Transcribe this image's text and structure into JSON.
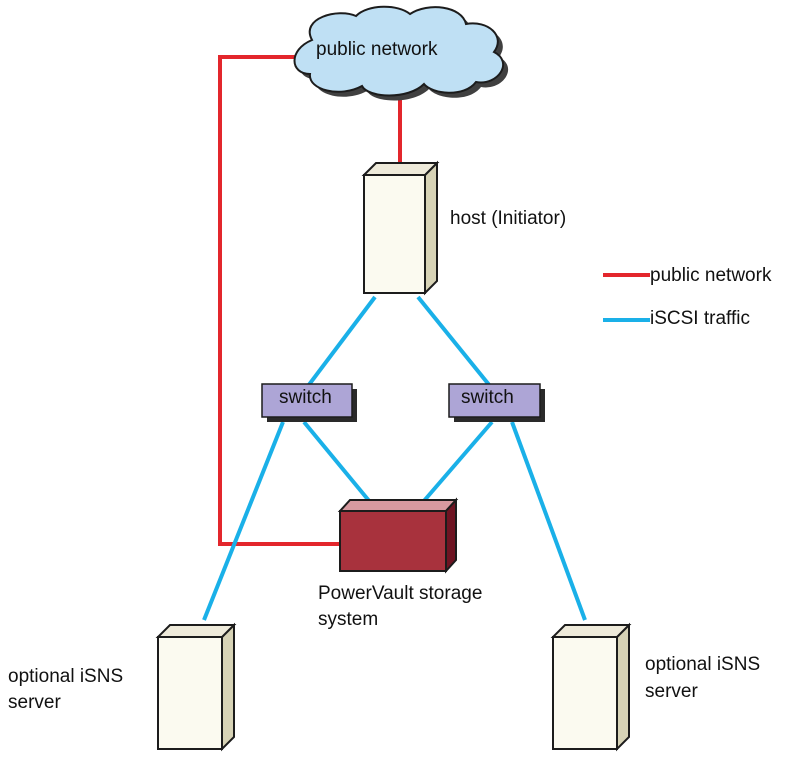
{
  "labels": {
    "cloud": "public network",
    "host": "host (Initiator)",
    "switch_left": "switch",
    "switch_right": "switch",
    "storage_line1": "PowerVault storage",
    "storage_line2": "system",
    "isns_left_line1": "optional iSNS",
    "isns_left_line2": "server",
    "isns_right_line1": "optional iSNS",
    "isns_right_line2": "server"
  },
  "legend": {
    "items": [
      {
        "label": "public network",
        "color": "#e3262c"
      },
      {
        "label": "iSCSI traffic",
        "color": "#1ab0e8"
      }
    ]
  },
  "colors": {
    "public_network": "#e3262c",
    "iscsi": "#1ab0e8",
    "cloud_fill": "#bfe0f4",
    "switch_fill": "#ada5d6",
    "storage_fill": "#a8323d",
    "server_fill": "#fbfaf0"
  }
}
